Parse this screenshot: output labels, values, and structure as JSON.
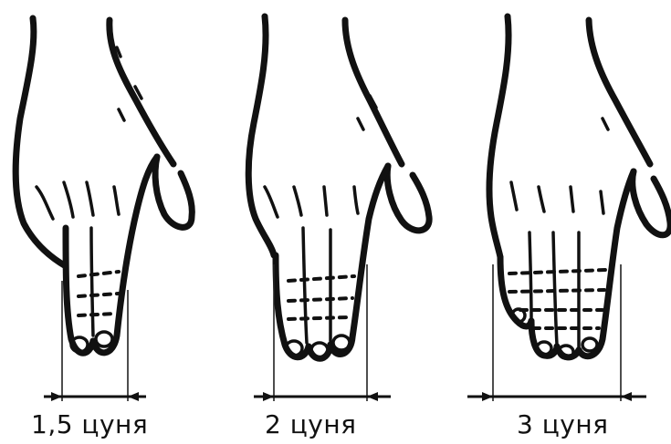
{
  "labels": [
    {
      "text": "1,5 цуня"
    },
    {
      "text": "2 цуня"
    },
    {
      "text": "3 цуня"
    }
  ]
}
